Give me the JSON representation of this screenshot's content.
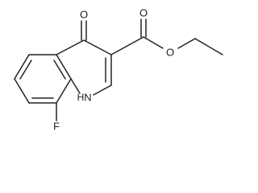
{
  "molecule": {
    "atom_labels": {
      "oxo_oxygen": "O",
      "carbonyl_oxygen": "O",
      "ester_oxygen": "O",
      "fluorine": "F",
      "ring_nitrogen": "N",
      "ring_nitrogen_hydrogen": "H"
    },
    "colors": {
      "ink": "#222222",
      "background": "#ffffff"
    }
  }
}
